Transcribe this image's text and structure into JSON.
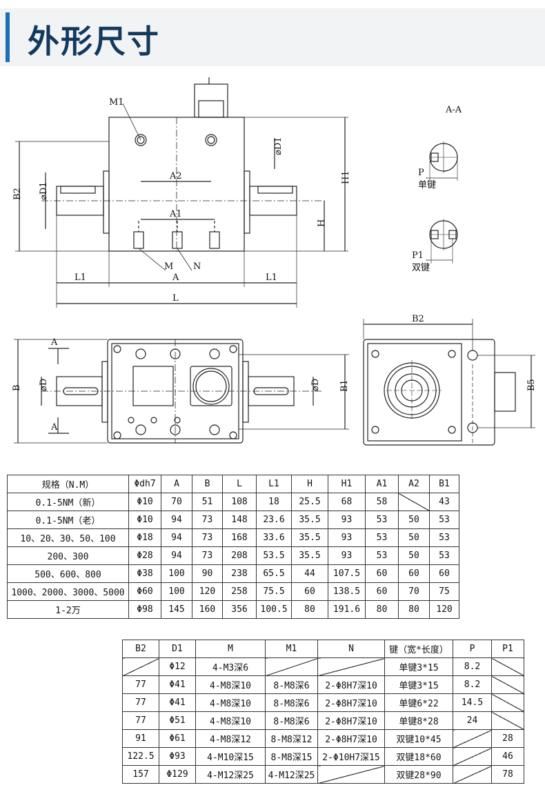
{
  "header": {
    "title": "外形尺寸",
    "accent": "#1b6fb6",
    "title_color": "#12395e"
  },
  "drawing": {
    "labels": {
      "m1": "M1",
      "a2": "A2",
      "a1": "A1",
      "m": "M",
      "n": "N",
      "a": "A",
      "l": "L",
      "l1_left": "L1",
      "l1_right": "L1",
      "b2": "B2",
      "d1_left": "⌀D1",
      "d1_right": "⌀D1",
      "h1": "H1",
      "h": "H",
      "section": "A-A",
      "p": "P",
      "single_key": "单键",
      "p1": "P1",
      "double_key": "双键",
      "b": "B",
      "d_left": "⌀D",
      "d_right": "⌀D",
      "b1": "B1",
      "arrow_a_top": "A",
      "arrow_a_bottom": "A",
      "b2_side": "B2",
      "b5": "B5"
    }
  },
  "table1": {
    "headers": [
      "规格（N.M）",
      "Φdh7",
      "A",
      "B",
      "L",
      "L1",
      "H",
      "H1",
      "A1",
      "A2",
      "B1"
    ],
    "rows": [
      [
        "0.1-5NM（新）",
        "Φ10",
        "70",
        "51",
        "108",
        "18",
        "25.5",
        "68",
        "58",
        "",
        "43"
      ],
      [
        "0.1-5NM（老）",
        "Φ10",
        "94",
        "73",
        "148",
        "23.6",
        "35.5",
        "93",
        "53",
        "50",
        "53"
      ],
      [
        "10、20、30、50、100",
        "Φ18",
        "94",
        "73",
        "168",
        "33.6",
        "35.5",
        "93",
        "53",
        "50",
        "53"
      ],
      [
        "200、300",
        "Φ28",
        "94",
        "73",
        "208",
        "53.5",
        "35.5",
        "93",
        "53",
        "50",
        "53"
      ],
      [
        "500、600、800",
        "Φ38",
        "100",
        "90",
        "238",
        "65.5",
        "44",
        "107.5",
        "60",
        "60",
        "60"
      ],
      [
        "1000、2000、3000、5000",
        "Φ60",
        "100",
        "120",
        "258",
        "75.5",
        "60",
        "138.5",
        "60",
        "70",
        "75"
      ],
      [
        "1-2万",
        "Φ98",
        "145",
        "160",
        "356",
        "100.5",
        "80",
        "191.6",
        "80",
        "80",
        "120"
      ]
    ]
  },
  "table2": {
    "headers": [
      "B2",
      "D1",
      "M",
      "M1",
      "N",
      "键（宽*长度）",
      "P",
      "P1"
    ],
    "rows": [
      [
        "",
        "Φ12",
        "4-M3深6",
        "",
        "",
        "单键3*15",
        "8.2",
        ""
      ],
      [
        "77",
        "Φ41",
        "4-M8深10",
        "8-M8深6",
        "2-Φ8H7深10",
        "单键3*15",
        "8.2",
        ""
      ],
      [
        "77",
        "Φ41",
        "4-M8深10",
        "8-M8深6",
        "2-Φ8H7深10",
        "单键6*22",
        "14.5",
        ""
      ],
      [
        "77",
        "Φ51",
        "4-M8深10",
        "8-M8深6",
        "2-Φ8H7深10",
        "单键8*28",
        "24",
        ""
      ],
      [
        "91",
        "Φ61",
        "4-M8深12",
        "8-M8深12",
        "2-Φ8H7深10",
        "双键10*45",
        "",
        "28"
      ],
      [
        "122.5",
        "Φ93",
        "4-M10深15",
        "8-M8深15",
        "2-Φ10H7深15",
        "双键18*60",
        "",
        "46"
      ],
      [
        "157",
        "Φ129",
        "4-M12深25",
        "4-M12深25",
        "",
        "双键28*90",
        "",
        "78"
      ]
    ]
  }
}
